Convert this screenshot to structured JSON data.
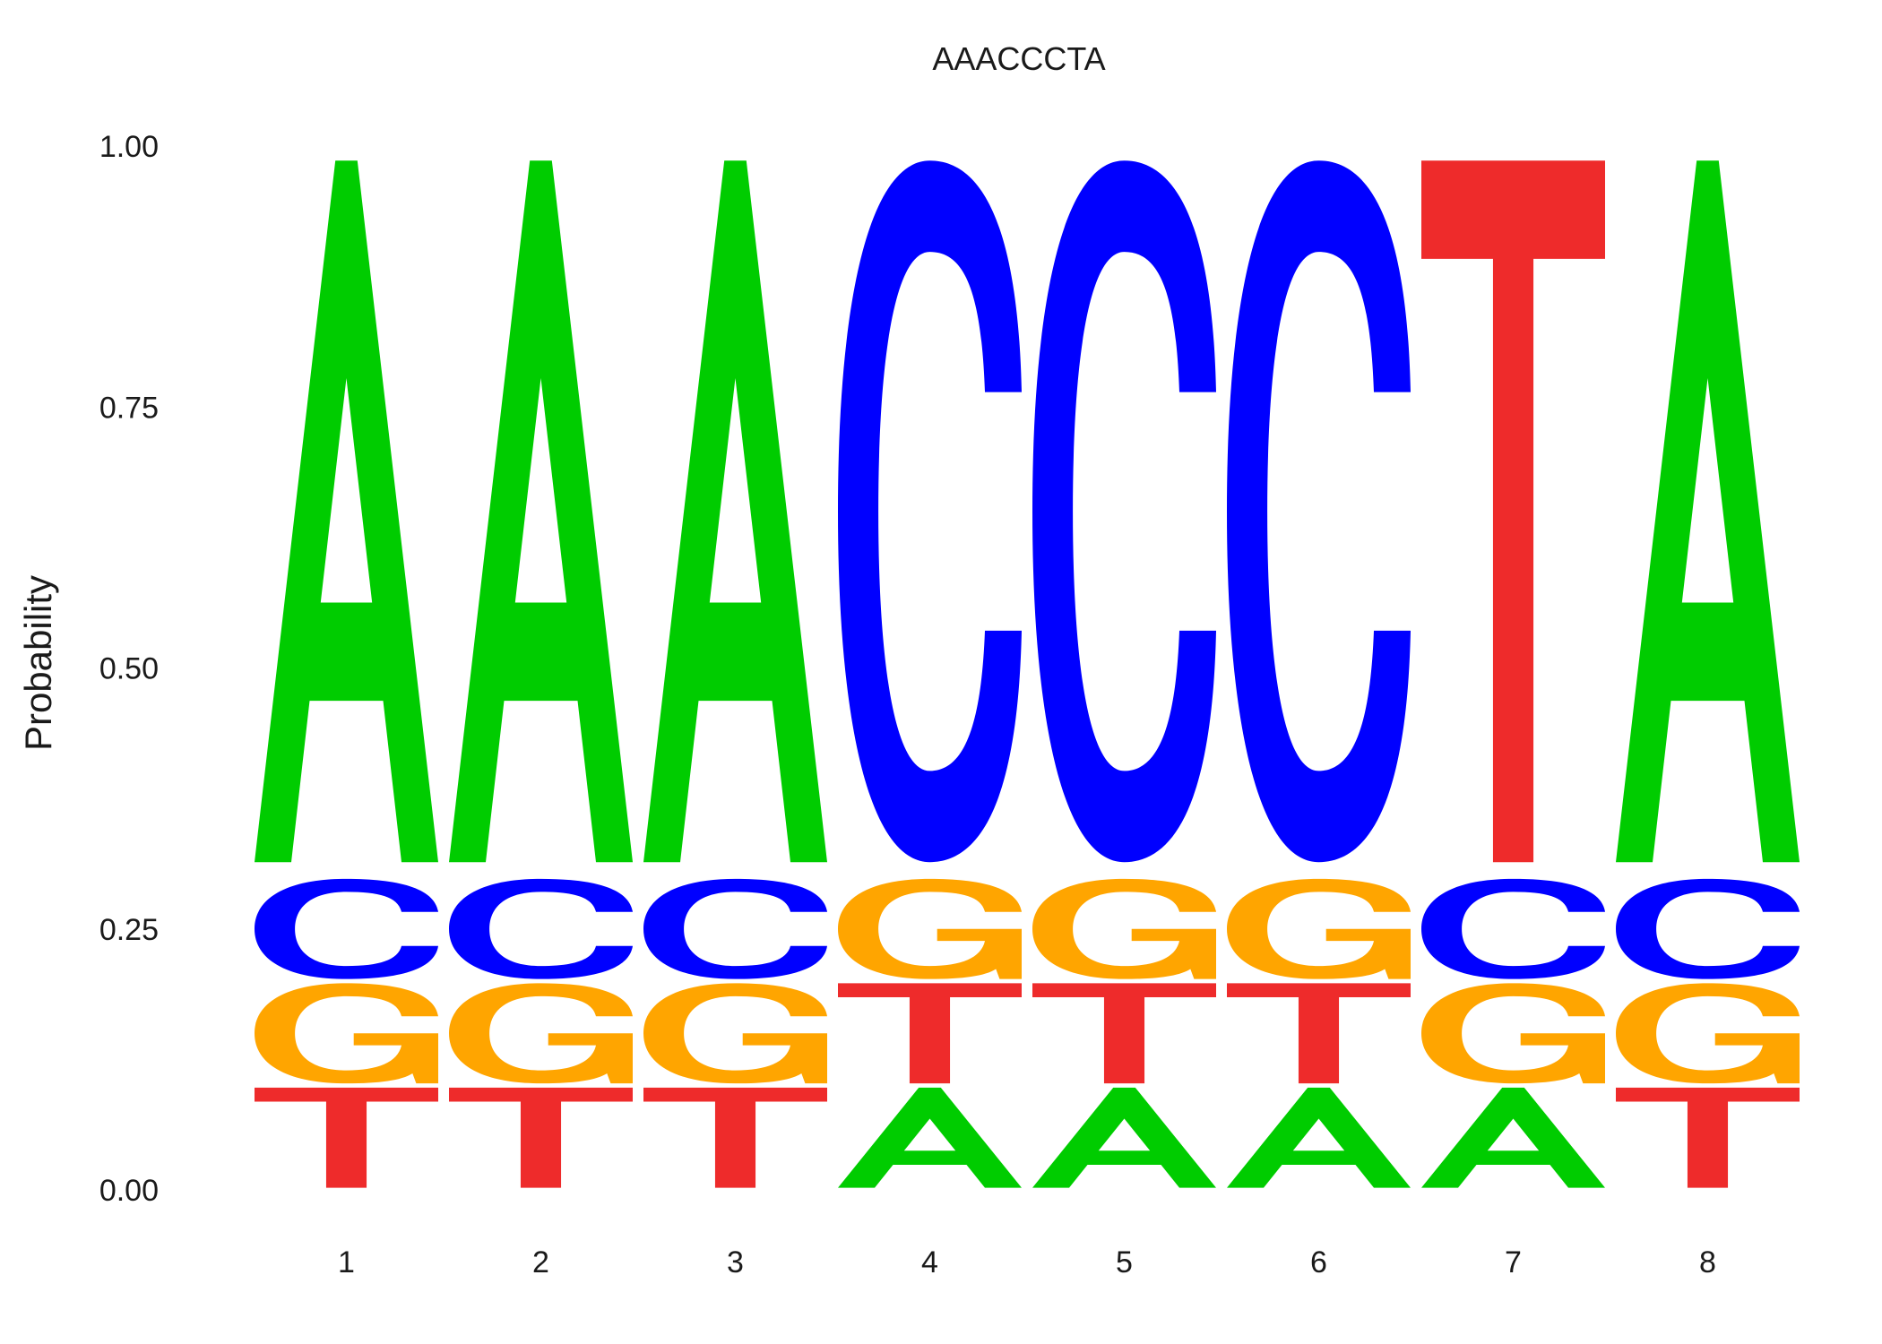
{
  "chart_data": {
    "type": "sequence-logo",
    "title": "AAACCCTA",
    "xlabel": "",
    "ylabel": "Probability",
    "ylim": [
      0,
      1
    ],
    "yticks": [
      "0.00",
      "0.25",
      "0.50",
      "0.75",
      "1.00"
    ],
    "positions": [
      "1",
      "2",
      "3",
      "4",
      "5",
      "6",
      "7",
      "8"
    ],
    "grid": false,
    "colors": {
      "A": "#00cc00",
      "C": "#0000ff",
      "G": "#ffa500",
      "T": "#ee2b2b"
    },
    "columns": [
      {
        "position": "1",
        "stack": [
          {
            "letter": "T",
            "p": 0.1
          },
          {
            "letter": "G",
            "p": 0.1
          },
          {
            "letter": "C",
            "p": 0.1
          },
          {
            "letter": "A",
            "p": 0.7
          }
        ]
      },
      {
        "position": "2",
        "stack": [
          {
            "letter": "T",
            "p": 0.1
          },
          {
            "letter": "G",
            "p": 0.1
          },
          {
            "letter": "C",
            "p": 0.1
          },
          {
            "letter": "A",
            "p": 0.7
          }
        ]
      },
      {
        "position": "3",
        "stack": [
          {
            "letter": "T",
            "p": 0.1
          },
          {
            "letter": "G",
            "p": 0.1
          },
          {
            "letter": "C",
            "p": 0.1
          },
          {
            "letter": "A",
            "p": 0.7
          }
        ]
      },
      {
        "position": "4",
        "stack": [
          {
            "letter": "A",
            "p": 0.1
          },
          {
            "letter": "T",
            "p": 0.1
          },
          {
            "letter": "G",
            "p": 0.1
          },
          {
            "letter": "C",
            "p": 0.7
          }
        ]
      },
      {
        "position": "5",
        "stack": [
          {
            "letter": "A",
            "p": 0.1
          },
          {
            "letter": "T",
            "p": 0.1
          },
          {
            "letter": "G",
            "p": 0.1
          },
          {
            "letter": "C",
            "p": 0.7
          }
        ]
      },
      {
        "position": "6",
        "stack": [
          {
            "letter": "A",
            "p": 0.1
          },
          {
            "letter": "T",
            "p": 0.1
          },
          {
            "letter": "G",
            "p": 0.1
          },
          {
            "letter": "C",
            "p": 0.7
          }
        ]
      },
      {
        "position": "7",
        "stack": [
          {
            "letter": "A",
            "p": 0.1
          },
          {
            "letter": "G",
            "p": 0.1
          },
          {
            "letter": "C",
            "p": 0.1
          },
          {
            "letter": "T",
            "p": 0.7
          }
        ]
      },
      {
        "position": "8",
        "stack": [
          {
            "letter": "T",
            "p": 0.1
          },
          {
            "letter": "G",
            "p": 0.1
          },
          {
            "letter": "C",
            "p": 0.1
          },
          {
            "letter": "A",
            "p": 0.7
          }
        ]
      }
    ]
  }
}
